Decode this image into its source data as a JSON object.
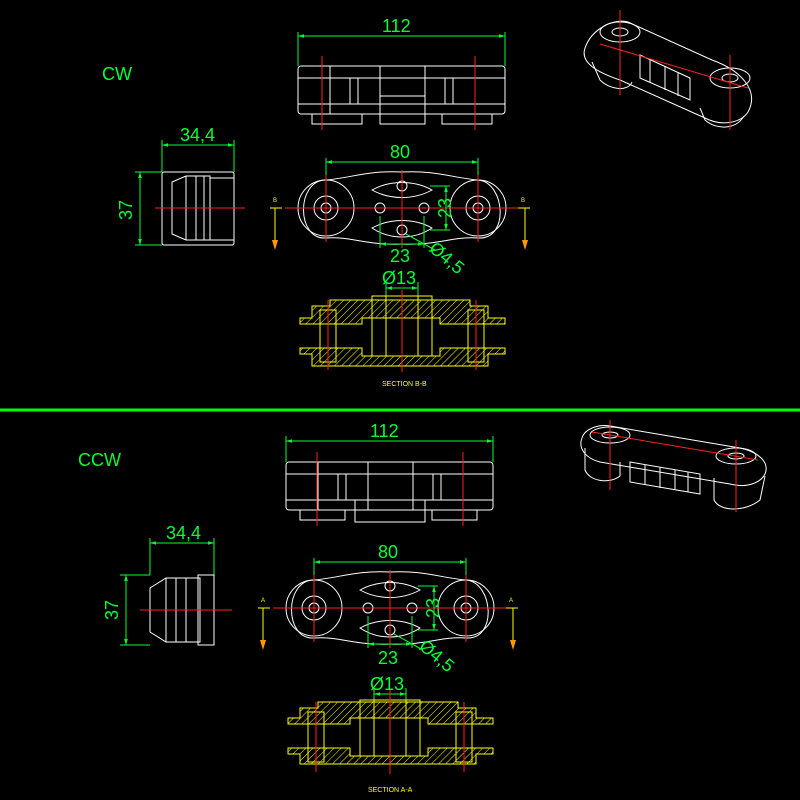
{
  "separator_color": "#00ff00",
  "colors": {
    "outline": "#ffffff",
    "dimension": "#00ff33",
    "centerline": "#ff2020",
    "section": "#ffff00",
    "background": "#000000"
  },
  "top": {
    "label": "CW",
    "dim_length": "112",
    "dim_width": "34,4",
    "dim_height": "37",
    "dim_pitch": "80",
    "dim_sq_h": "23",
    "dim_sq_v": "23",
    "dim_hole": "Ø4,5",
    "dim_bore": "Ø13",
    "section_label": "SECTION B-B",
    "cut_left": "B",
    "cut_right": "B"
  },
  "bottom": {
    "label": "CCW",
    "dim_length": "112",
    "dim_width": "34,4",
    "dim_height": "37",
    "dim_pitch": "80",
    "dim_sq_h": "23",
    "dim_sq_v": "23",
    "dim_hole": "Ø4,5",
    "dim_bore": "Ø13",
    "section_label": "SECTION A-A",
    "cut_left": "A",
    "cut_right": "A"
  }
}
